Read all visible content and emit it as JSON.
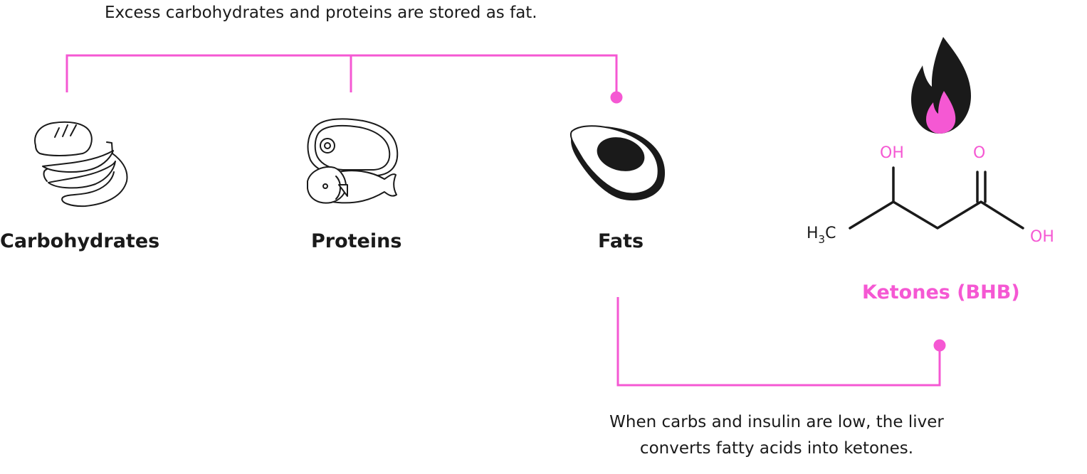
{
  "captions": {
    "top": "Excess carbohydrates and proteins are stored as fat.",
    "bottom": "When carbs and insulin are low, the liver converts fatty acids into ketones."
  },
  "nodes": {
    "carbohydrates": {
      "label": "Carbohydrates",
      "icon": "bread-and-bananas-icon"
    },
    "proteins": {
      "label": "Proteins",
      "icon": "steak-and-fish-icon"
    },
    "fats": {
      "label": "Fats",
      "icon": "avocado-icon"
    },
    "ketones": {
      "label": "Ketones (BHB)",
      "icon": "flame-icon"
    }
  },
  "molecule": {
    "hydroxyl_top": "OH",
    "carbonyl_oxygen": "O",
    "hydroxyl_right": "OH",
    "methyl_h": "H",
    "methyl_subscript": "3",
    "methyl_c": "C"
  },
  "colors": {
    "accent": "#f558d3",
    "text": "#1a1a1a",
    "background": "#ffffff"
  }
}
